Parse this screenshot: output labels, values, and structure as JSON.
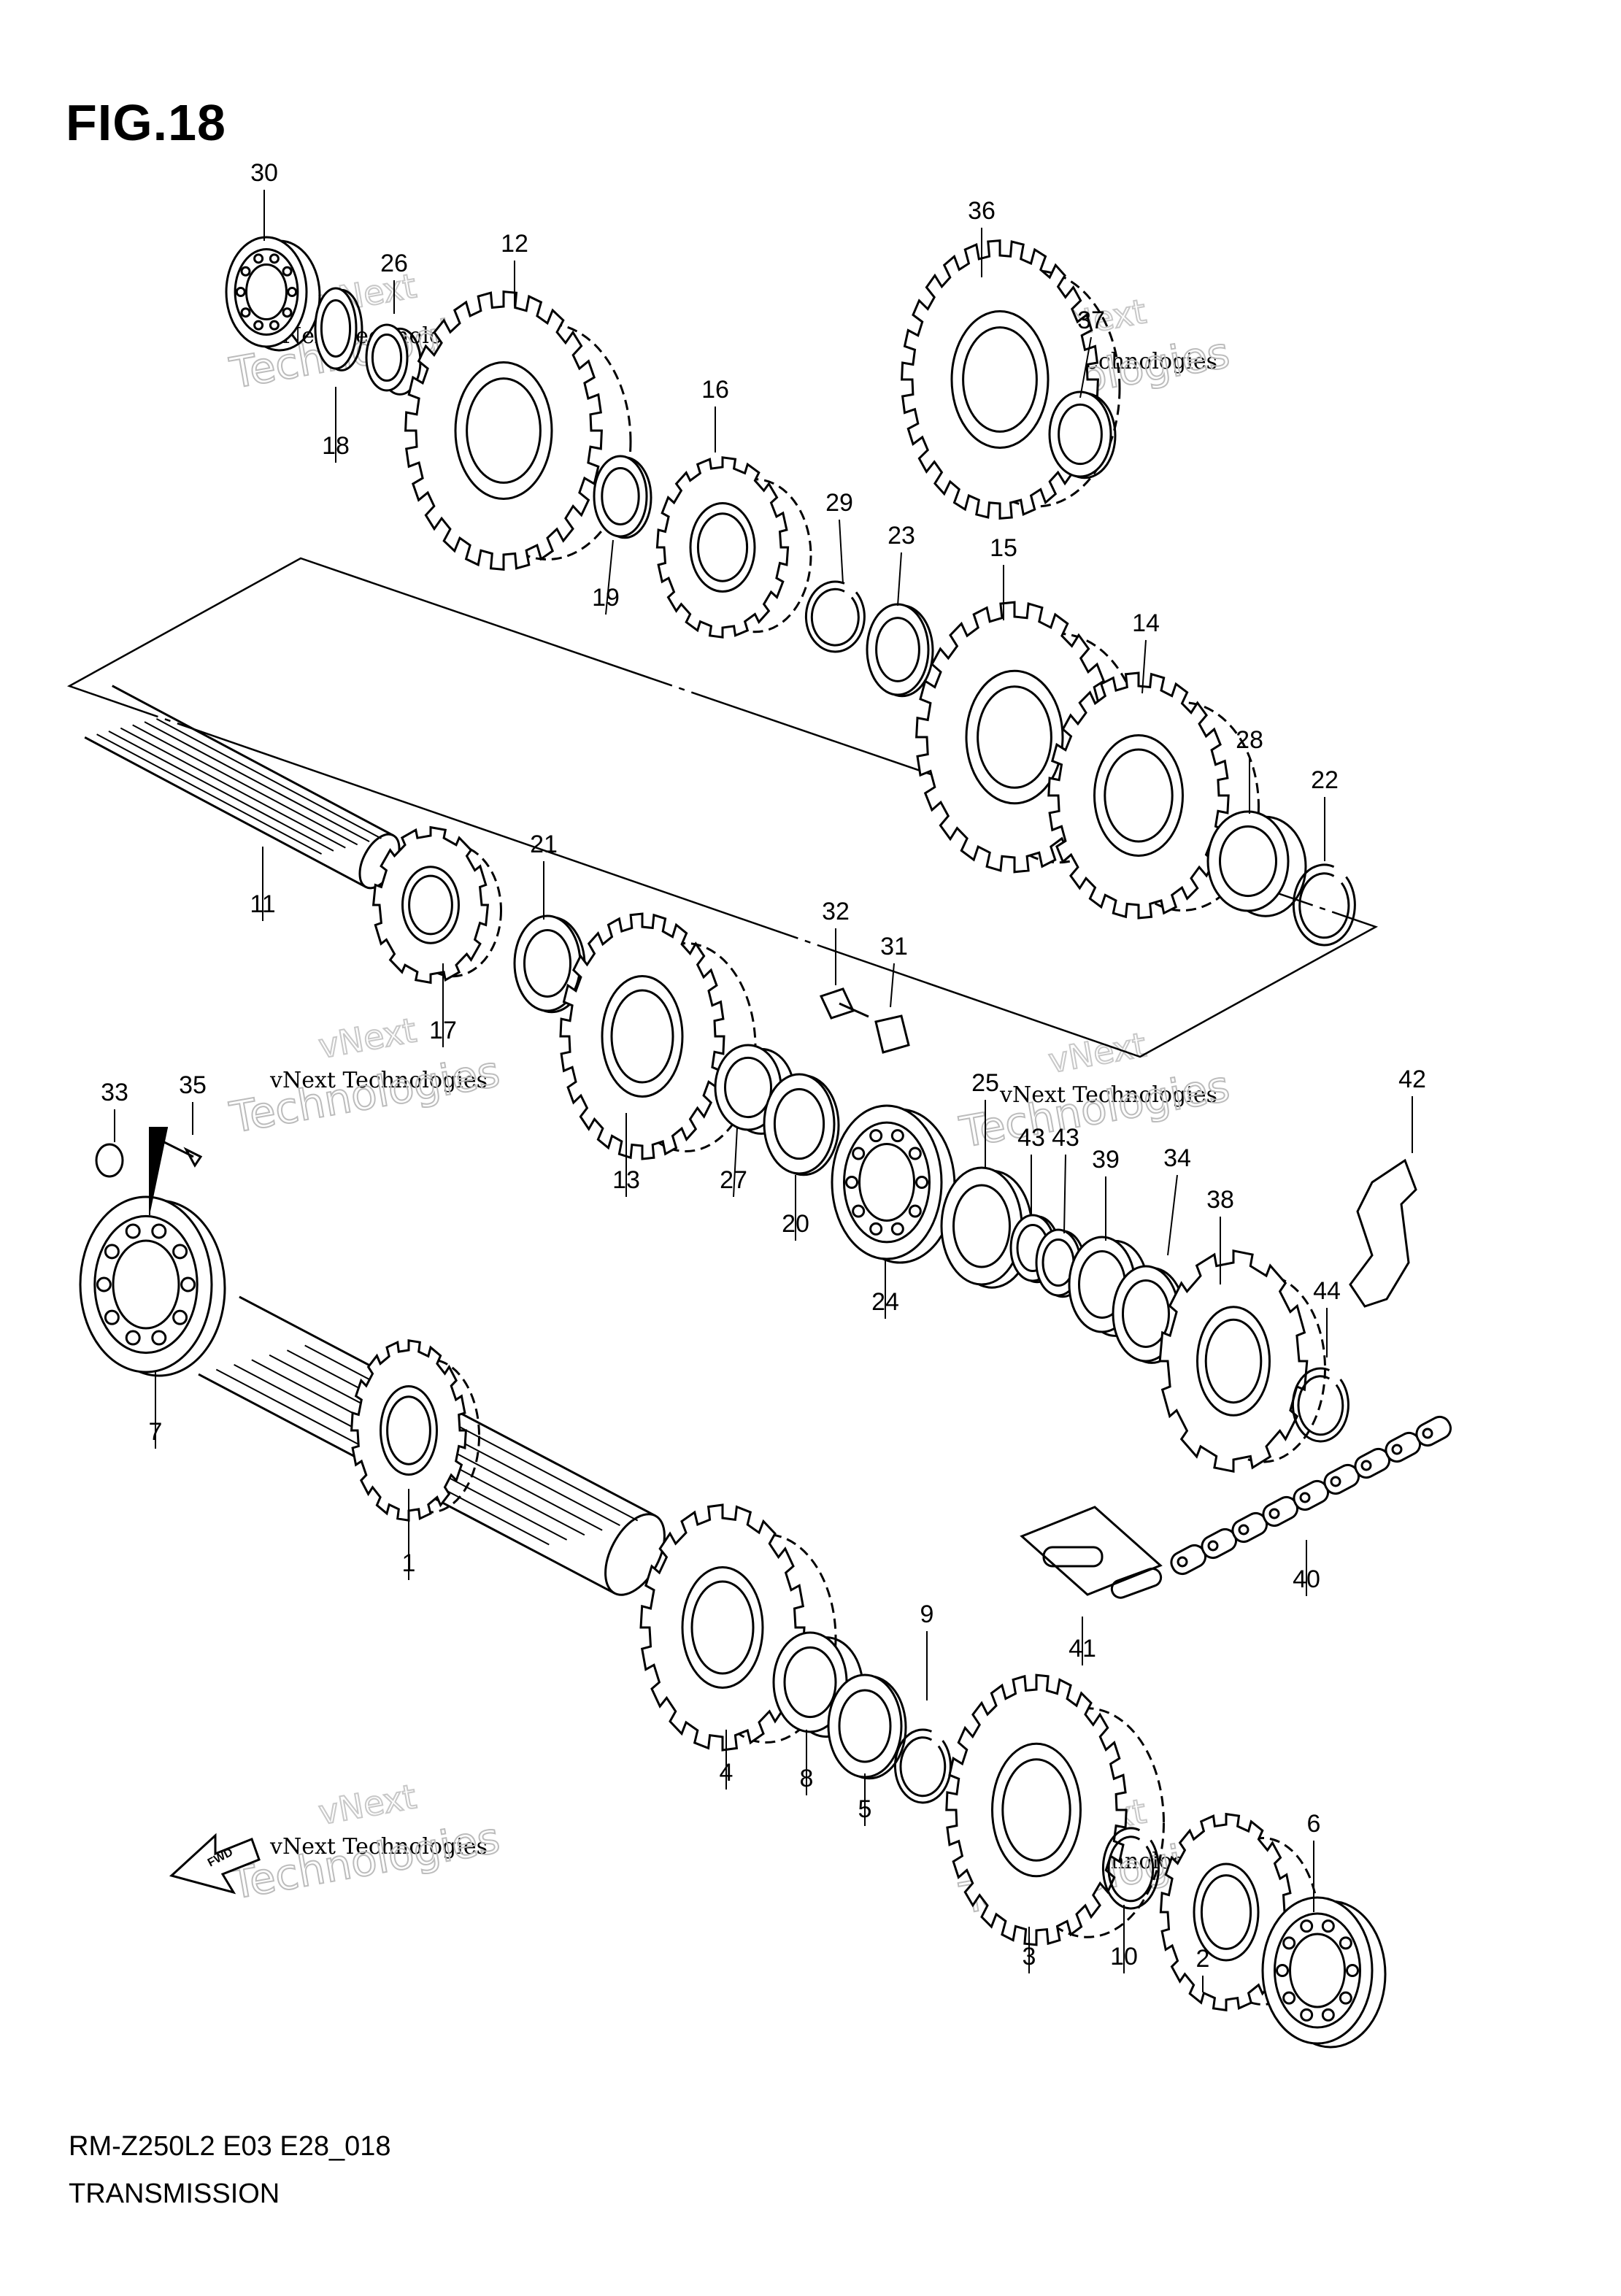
{
  "figure": {
    "title": "FIG.18"
  },
  "footer": {
    "code": "RM-Z250L2 E03 E28_018",
    "name": "TRANSMISSION"
  },
  "fwd_badge": "FWD",
  "watermark": {
    "line1": "vNext Technologies",
    "line2": "Technologies"
  },
  "callouts": [
    "30",
    "26",
    "12",
    "18",
    "19",
    "16",
    "29",
    "23",
    "36",
    "37",
    "15",
    "14",
    "28",
    "22",
    "11",
    "21",
    "17",
    "32",
    "31",
    "13",
    "27",
    "20",
    "24",
    "25",
    "43",
    "43",
    "39",
    "34",
    "38",
    "44",
    "42",
    "33",
    "35",
    "7",
    "1",
    "4",
    "8",
    "5",
    "9",
    "3",
    "10",
    "6",
    "2",
    "40",
    "41"
  ]
}
